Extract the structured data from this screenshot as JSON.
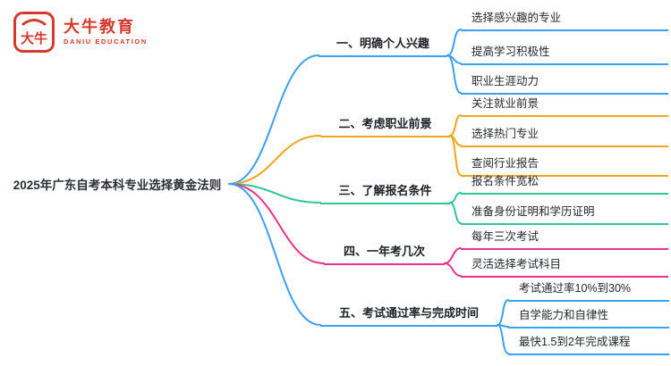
{
  "logo": {
    "mark": "大牛",
    "brand": "大牛教育",
    "brand_en": "DANIU EDUCATION",
    "color": "#d6392e"
  },
  "root": {
    "label": "2025年广东自考本科专业选择黄金法则"
  },
  "branches": [
    {
      "label": "一、明确个人兴趣",
      "color": "#3da1f2",
      "children": [
        {
          "label": "选择感兴趣的专业"
        },
        {
          "label": "提高学习积极性"
        },
        {
          "label": "职业生涯动力"
        }
      ]
    },
    {
      "label": "二、考虑职业前景",
      "color": "#f2a51d",
      "children": [
        {
          "label": "关注就业前景"
        },
        {
          "label": "选择热门专业"
        },
        {
          "label": "查阅行业报告"
        }
      ]
    },
    {
      "label": "三、了解报名条件",
      "color": "#2fc79a",
      "children": [
        {
          "label": "报名条件宽松"
        },
        {
          "label": "准备身份证明和学历证明"
        }
      ]
    },
    {
      "label": "四、一年考几次",
      "color": "#e9338a",
      "children": [
        {
          "label": "每年三次考试"
        },
        {
          "label": "灵活选择考试科目"
        }
      ]
    },
    {
      "label": "五、考试通过率与完成时间",
      "color": "#3da1f2",
      "children": [
        {
          "label": "考试通过率10%到30%"
        },
        {
          "label": "自学能力和自律性"
        },
        {
          "label": "最快1.5到2年完成课程"
        }
      ]
    }
  ]
}
